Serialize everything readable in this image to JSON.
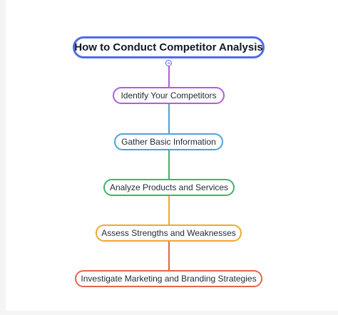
{
  "colors": {
    "root": "#4f6bed",
    "identify": "#b15ce0",
    "gather": "#4aa3df",
    "analyze": "#3fb46a",
    "assess": "#f0a830",
    "investigate": "#e5634c"
  },
  "diagram": {
    "root": {
      "label": "How to Conduct Competitor Analysis"
    },
    "steps": [
      {
        "label": "Identify Your Competitors"
      },
      {
        "label": "Gather Basic Information"
      },
      {
        "label": "Analyze Products and Services"
      },
      {
        "label": "Assess Strengths and Weaknesses"
      },
      {
        "label": "Investigate Marketing and Branding Strategies"
      }
    ],
    "collapse_icon": "collapse-minus-icon"
  }
}
